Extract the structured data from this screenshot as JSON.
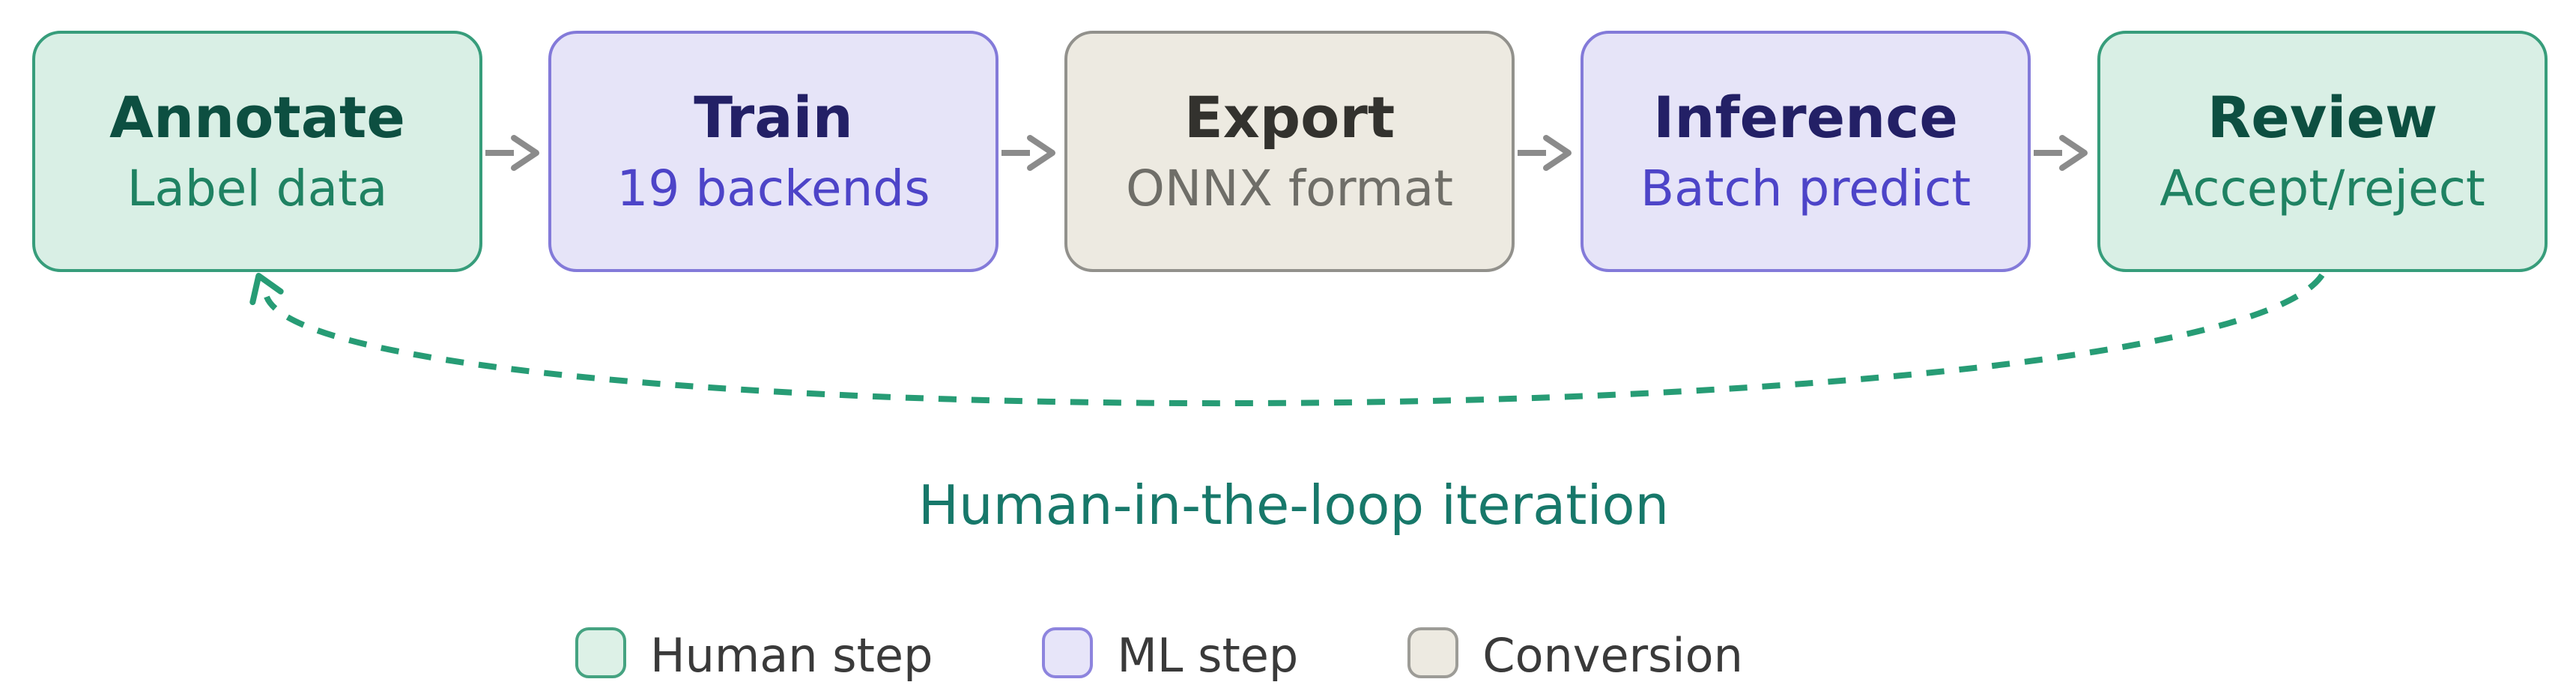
{
  "pipeline": {
    "steps": [
      {
        "title": "Annotate",
        "subtitle": "Label data",
        "type": "human"
      },
      {
        "title": "Train",
        "subtitle": "19 backends",
        "type": "ml"
      },
      {
        "title": "Export",
        "subtitle": "ONNX format",
        "type": "conversion"
      },
      {
        "title": "Inference",
        "subtitle": "Batch predict",
        "type": "ml"
      },
      {
        "title": "Review",
        "subtitle": "Accept/reject",
        "type": "human"
      }
    ],
    "loop_label": "Human-in-the-loop iteration"
  },
  "legend": {
    "items": [
      {
        "label": "Human step",
        "type": "human"
      },
      {
        "label": "ML step",
        "type": "ml"
      },
      {
        "label": "Conversion",
        "type": "conversion"
      }
    ]
  },
  "icons": {
    "flow_arrow": "right-arrow",
    "loop_arrow": "dashed-curved-up-arrow"
  },
  "colors": {
    "background": "#ffffff",
    "human_fill": "#d9efe5",
    "human_border": "#379d7b",
    "human_title": "#0d4f41",
    "human_subtitle": "#1f8262",
    "ml_fill": "#e6e4f8",
    "ml_border": "#837ad9",
    "ml_title": "#232066",
    "ml_subtitle": "#4d44c8",
    "conversion_fill": "#edeae1",
    "conversion_border": "#92918c",
    "conversion_title": "#33322e",
    "conversion_subtitle": "#6f6e68",
    "flow_arrow": "#8b8b8b",
    "loop_arrow": "#279c75",
    "loop_label_text": "#17786a",
    "legend_text": "#3a3a3a"
  }
}
